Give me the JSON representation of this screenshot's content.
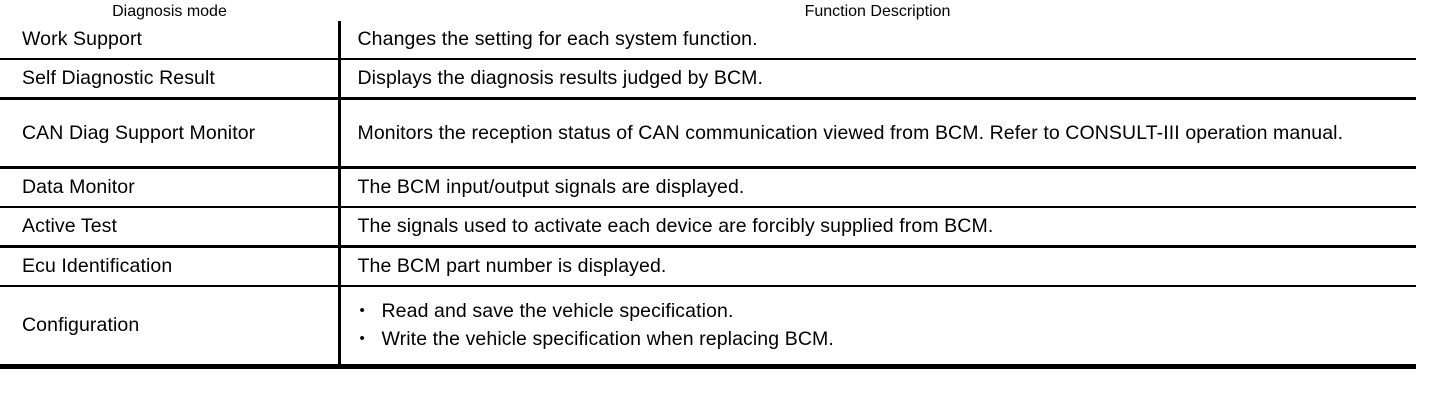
{
  "table": {
    "headers": {
      "mode": "Diagnosis mode",
      "description": "Function Description"
    },
    "rows": [
      {
        "mode": "Work Support",
        "description": "Changes the setting for each system function.",
        "type": "text"
      },
      {
        "mode": "Self Diagnostic Result",
        "description": "Displays the diagnosis results judged by BCM.",
        "type": "text"
      },
      {
        "mode": "CAN Diag Support Monitor",
        "description": "Monitors the reception status of CAN communication viewed from BCM. Refer to CONSULT-III operation manual.",
        "type": "text"
      },
      {
        "mode": "Data Monitor",
        "description": "The BCM input/output signals are displayed.",
        "type": "text"
      },
      {
        "mode": "Active Test",
        "description": "The signals used to activate each device are forcibly supplied from BCM.",
        "type": "text"
      },
      {
        "mode": "Ecu Identification",
        "description": "The BCM part number is displayed.",
        "type": "text"
      },
      {
        "mode": "Configuration",
        "type": "bullets",
        "bullets": [
          "Read and save the vehicle specification.",
          "Write the vehicle specification when replacing BCM."
        ],
        "bullet_glyph": "•"
      }
    ]
  },
  "colors": {
    "rule": "#000000",
    "text": "#000000",
    "background": "#ffffff"
  }
}
